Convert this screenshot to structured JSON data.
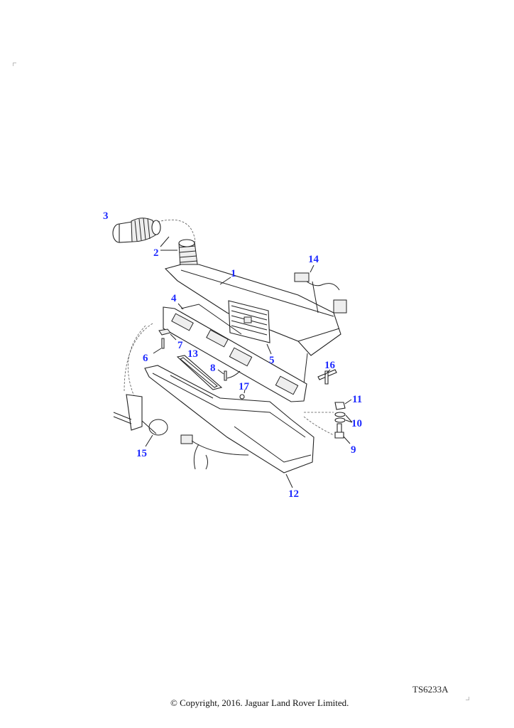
{
  "diagram": {
    "reference": "TS6233A",
    "copyright": "© Copyright, 2016. Jaguar Land Rover Limited.",
    "callout_color": "#1f2bff",
    "callouts": [
      "1",
      "2",
      "3",
      "4",
      "5",
      "6",
      "7",
      "8",
      "9",
      "10",
      "11",
      "12",
      "13",
      "14",
      "15",
      "16",
      "17"
    ]
  }
}
